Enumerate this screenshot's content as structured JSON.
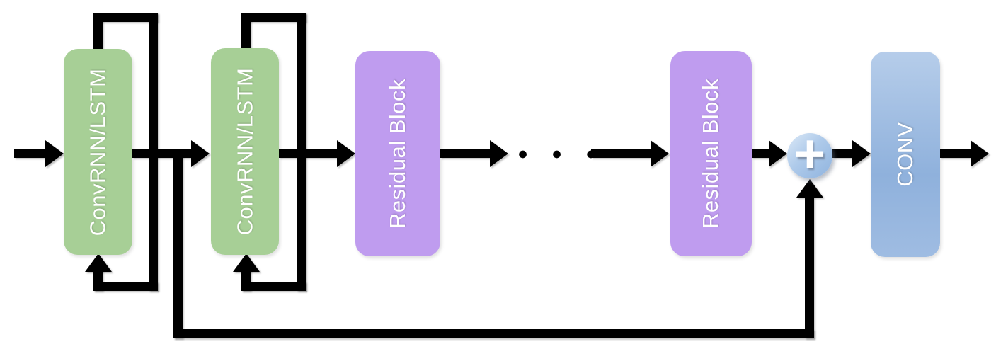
{
  "diagram": {
    "blocks": [
      {
        "label": "ConvRNN/LSTM",
        "color": "#A7CF96"
      },
      {
        "label": "ConvRNN/LSTM",
        "color": "#A7CF96"
      },
      {
        "label": "Residual Block",
        "color": "#BF9CEF"
      },
      {
        "label": "Residual Block",
        "color": "#BF9CEF"
      },
      {
        "label": "CONV",
        "color": "#9DC3E6"
      }
    ],
    "sum_node": {
      "label": "+",
      "color": "#9DC3E6"
    },
    "ellipsis": "● ● ●",
    "text_color": "#FFFFFF",
    "connector_color": "#000000"
  }
}
